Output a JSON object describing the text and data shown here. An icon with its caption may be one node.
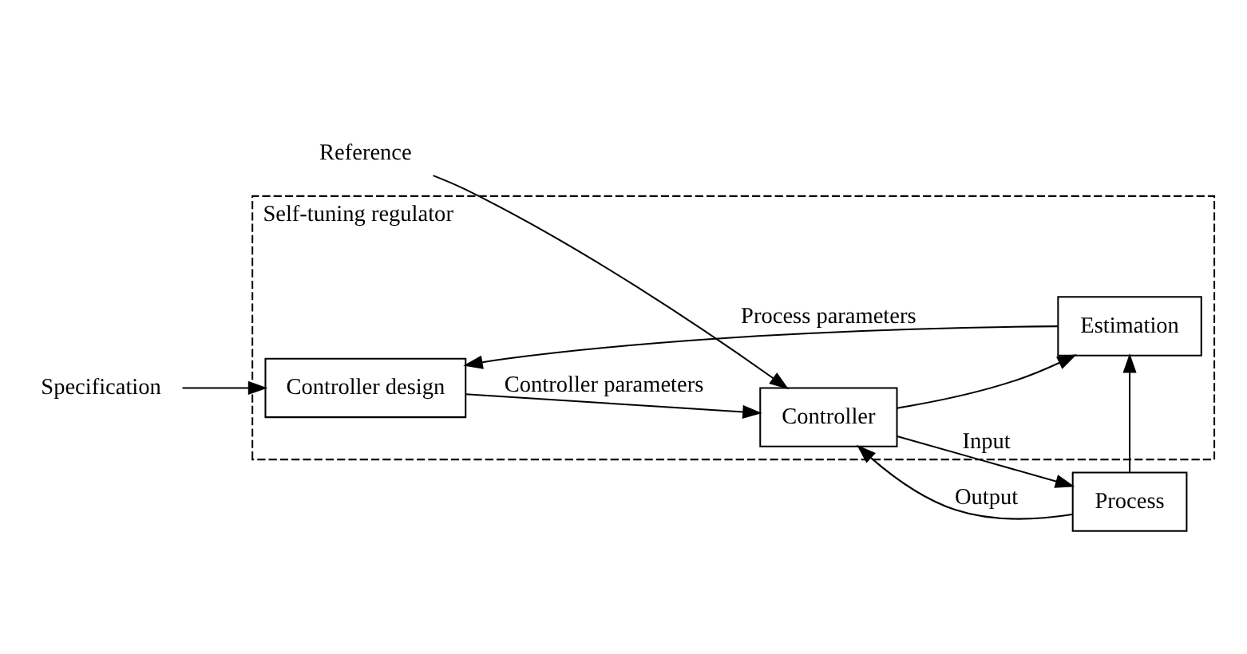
{
  "diagram": {
    "nodes": [
      {
        "text": [
          "Self-tuning regulator"
        ]
      },
      {
        "text": [
          "Controller design"
        ],
        "in": 0
      },
      {
        "text": [
          "Estimation"
        ],
        "in": 0
      },
      {
        "text": [
          "Controller"
        ],
        "in": 0
      },
      {
        "text": [
          "Process"
        ]
      },
      {
        "text": [
          "Specification"
        ]
      },
      {
        "text": [
          "Reference"
        ]
      }
    ],
    "edges": [
      {
        "from": 5,
        "to": 1,
        "arrow": "to"
      },
      {
        "from": 2,
        "to": 1,
        "arrow": "to",
        "label": "Process parameters"
      },
      {
        "from": 1,
        "to": 3,
        "arrow": "to",
        "label": "Controller parameters"
      },
      {
        "from": 6,
        "to": 3,
        "arrow": "to"
      },
      {
        "from": 3,
        "to": 4,
        "arrow": "to",
        "label": "Input"
      },
      {
        "from": 3,
        "to": 2,
        "arrow": "to"
      },
      {
        "from": 4,
        "to": 2,
        "arrow": "to"
      },
      {
        "from": 4,
        "to": 3,
        "arrow": "to",
        "label": "Output"
      }
    ]
  }
}
